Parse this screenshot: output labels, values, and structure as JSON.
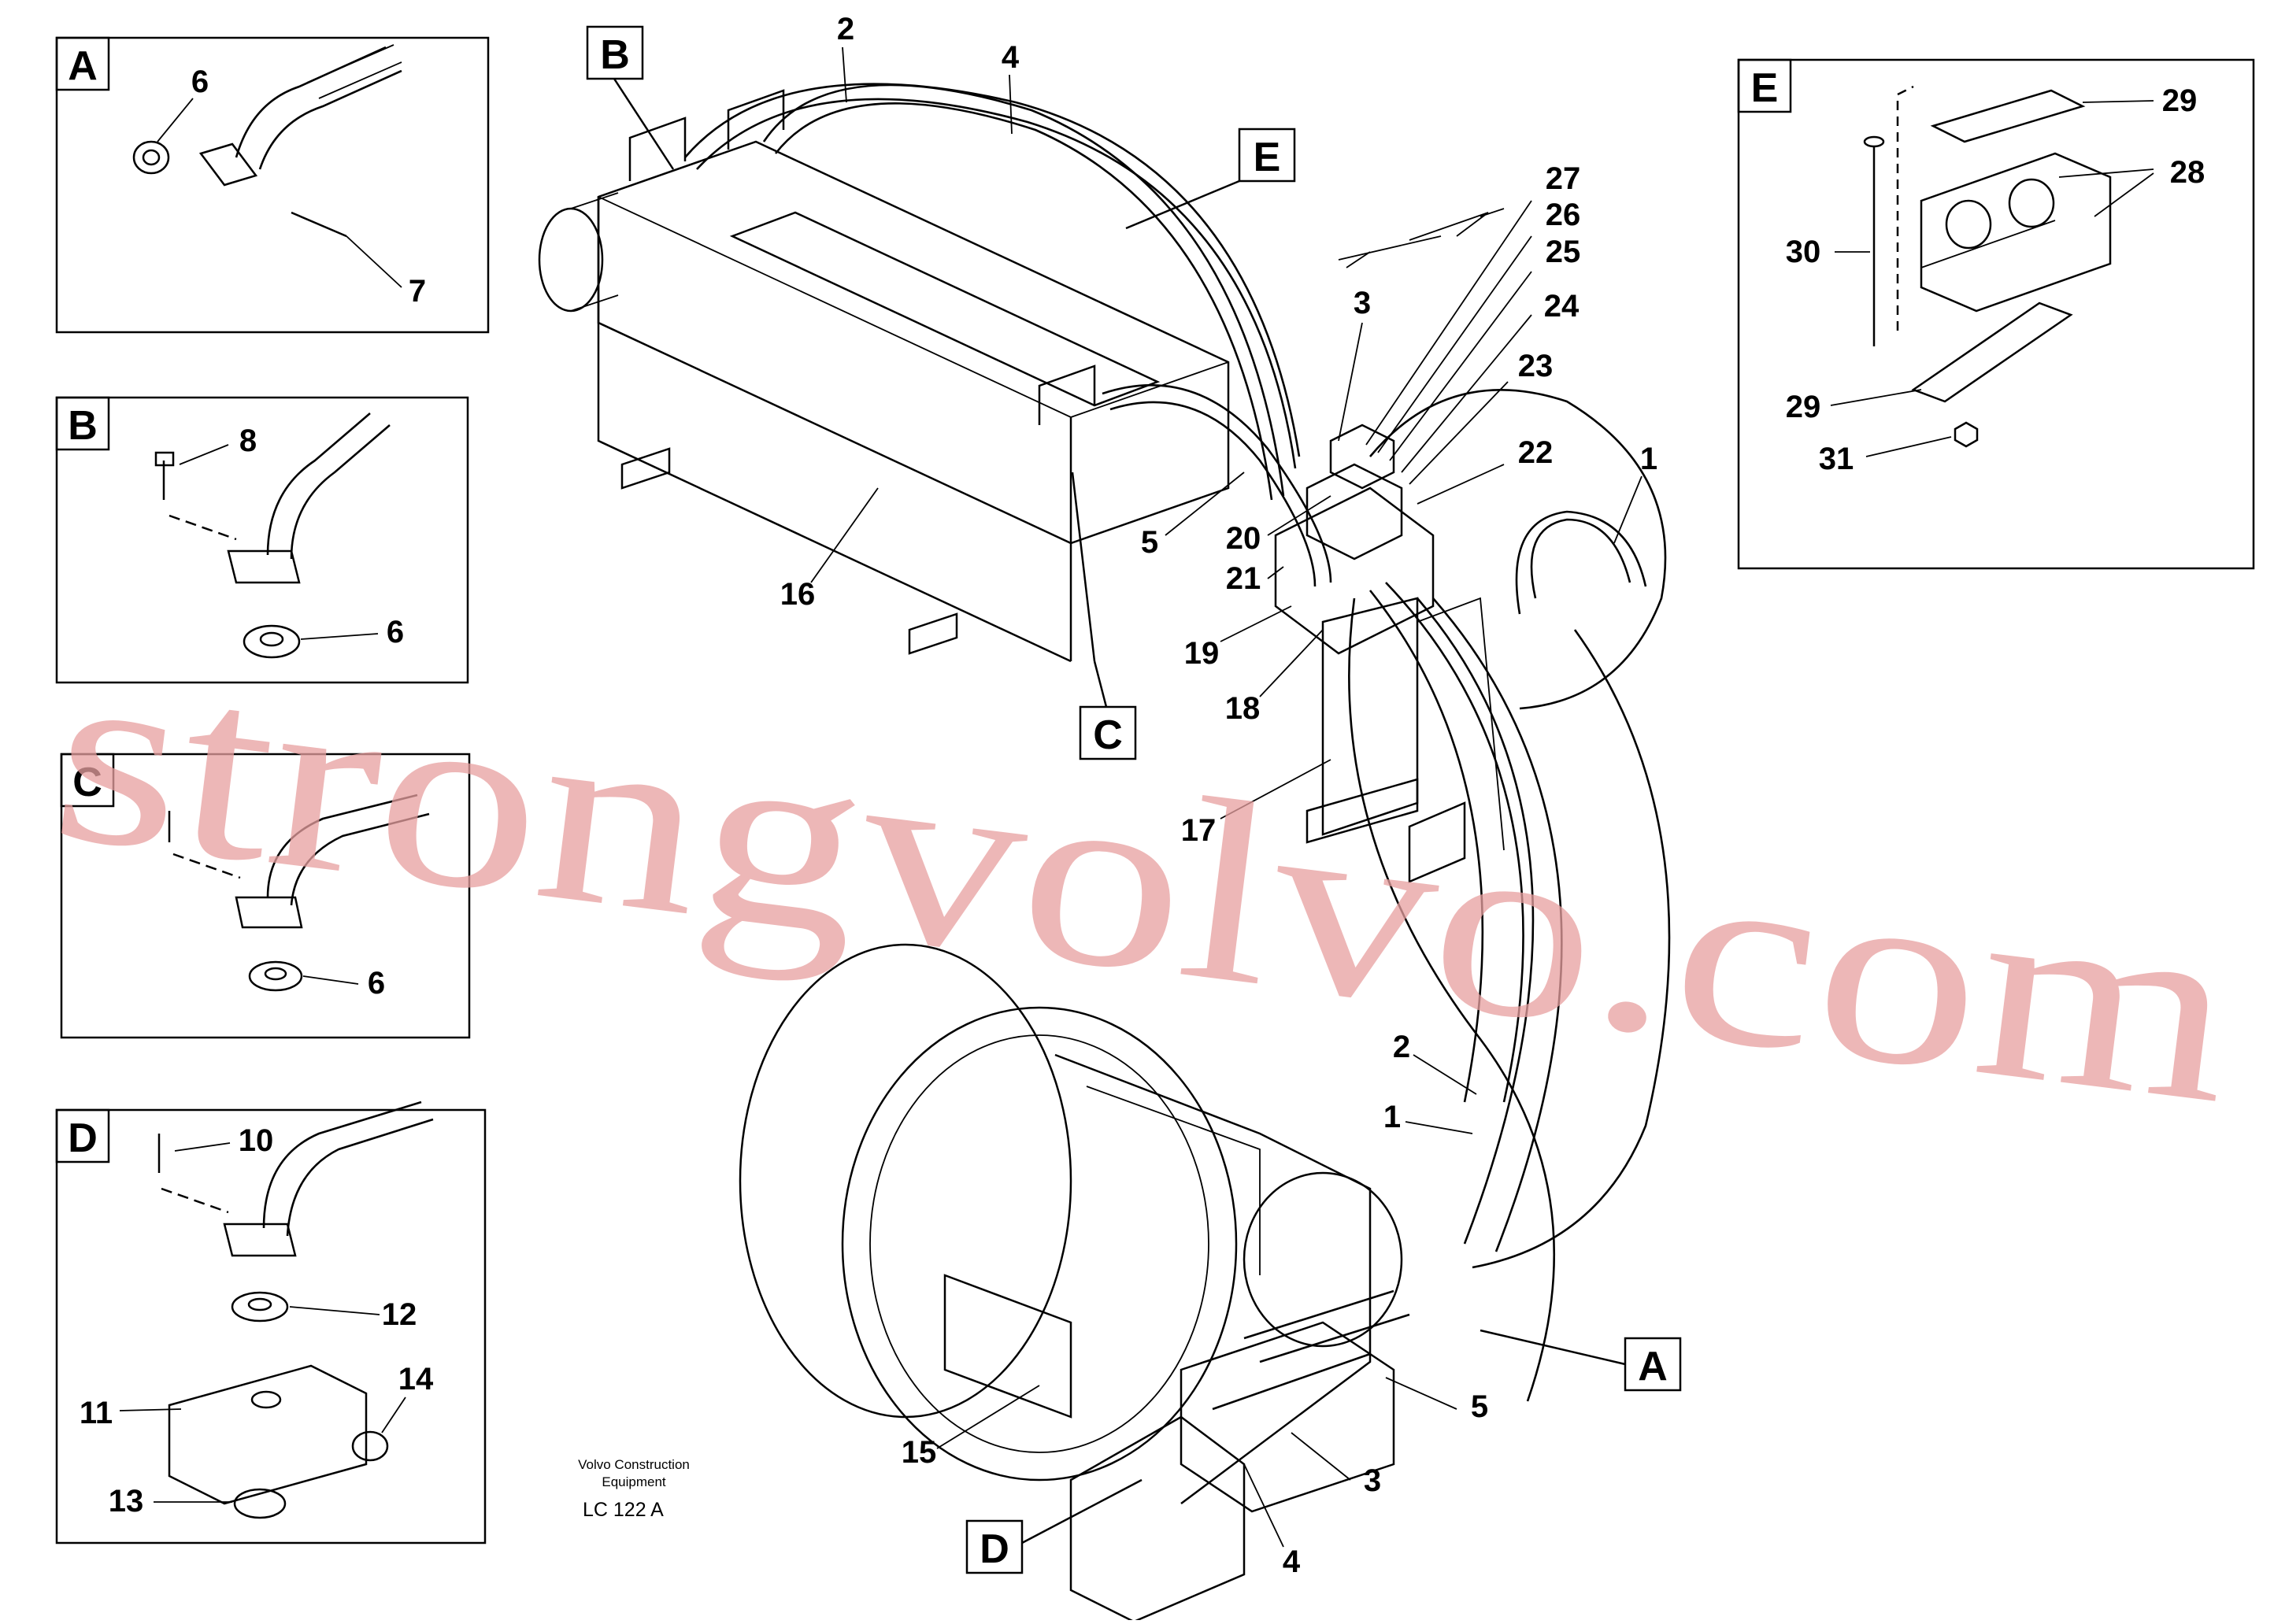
{
  "detail_panels": {
    "A": {
      "letter": "A",
      "callouts": [
        "6",
        "7"
      ]
    },
    "B": {
      "letter": "B",
      "callouts": [
        "8",
        "6"
      ]
    },
    "C": {
      "letter": "C",
      "callouts": [
        "6"
      ]
    },
    "D": {
      "letter": "D",
      "callouts": [
        "10",
        "12",
        "11",
        "14",
        "13"
      ]
    },
    "E": {
      "letter": "E",
      "callouts": [
        "29",
        "28",
        "30",
        "29",
        "31"
      ]
    }
  },
  "section_markers": {
    "A": "A",
    "B": "B",
    "C": "C",
    "D": "D",
    "E": "E"
  },
  "main_callouts": {
    "c2_top": "2",
    "c4_top": "4",
    "c27": "27",
    "c26": "26",
    "c25": "25",
    "c3_top": "3",
    "c24": "24",
    "c23": "23",
    "c22": "22",
    "c1_right": "1",
    "c5_mid": "5",
    "c20": "20",
    "c21": "21",
    "c16": "16",
    "c19": "19",
    "c18": "18",
    "c17": "17",
    "c2_low": "2",
    "c1_low": "1",
    "c5_low": "5",
    "c15": "15",
    "c3_low": "3",
    "c4_low": "4"
  },
  "footer": {
    "company_line1": "Volvo Construction",
    "company_line2": "Equipment",
    "drawing_code": "LC 122  A"
  },
  "watermark": "strongvolvo.com"
}
